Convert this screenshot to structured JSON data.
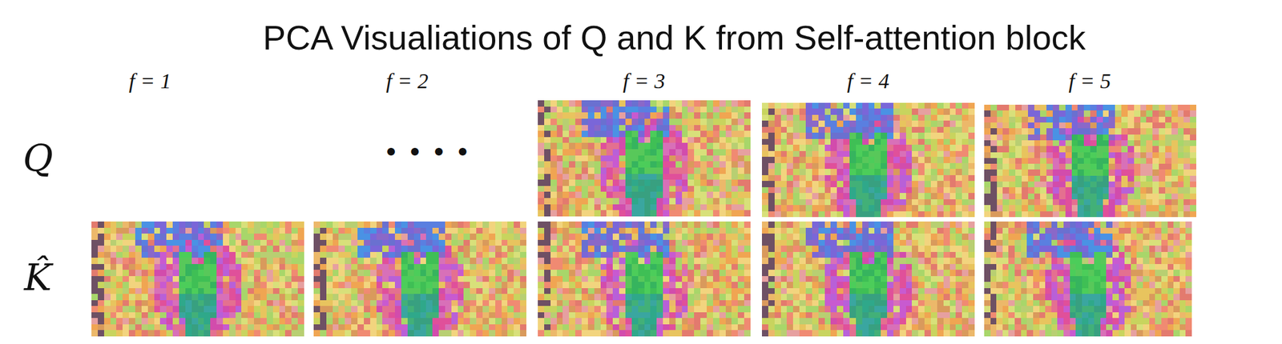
{
  "diagram": {
    "title": "PCA Visualiations of Q and K from Self-attention block",
    "labels": [
      "f = 1",
      "f = 2",
      "f = 3",
      "f = 4",
      "f = 5",
      "Q",
      "• • • •",
      "K̂"
    ]
  }
}
